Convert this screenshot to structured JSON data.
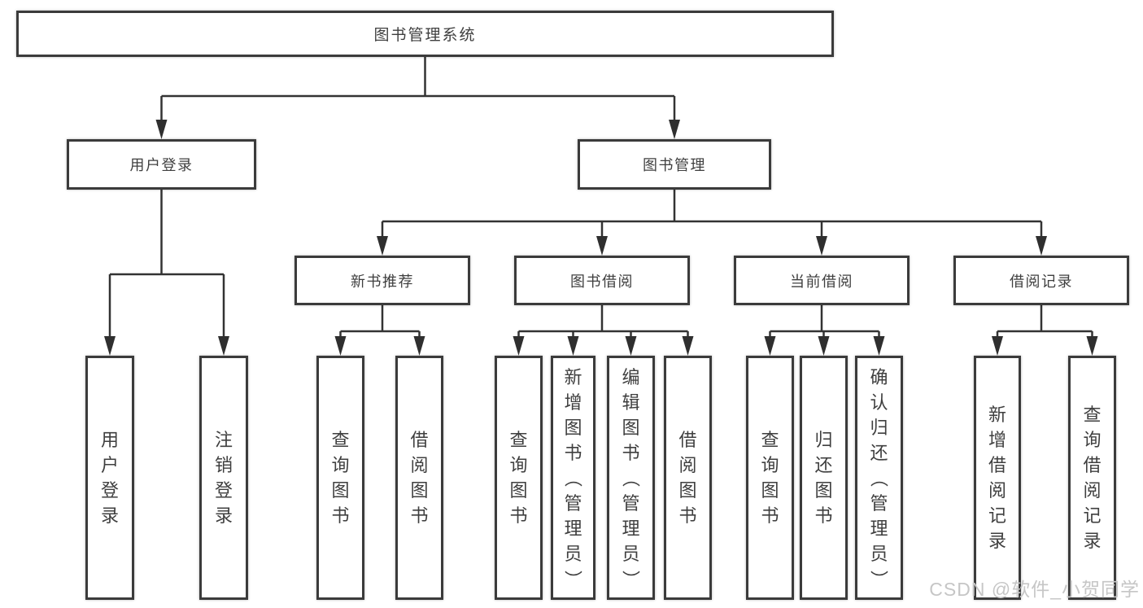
{
  "diagram": {
    "root": {
      "label": "图书管理系统"
    },
    "level2": [
      {
        "label": "用户登录"
      },
      {
        "label": "图书管理"
      }
    ],
    "level3": [
      {
        "label": "新书推荐"
      },
      {
        "label": "图书借阅"
      },
      {
        "label": "当前借阅"
      },
      {
        "label": "借阅记录"
      }
    ],
    "leaves": {
      "login": [
        "用户登录",
        "注销登录"
      ],
      "recommend": [
        "查询图书",
        "借阅图书"
      ],
      "borrow": [
        "查询图书",
        "新增图书（管理员）",
        "编辑图书（管理员）",
        "借阅图书"
      ],
      "current": [
        "查询图书",
        "归还图书",
        "确认归还（管理员）"
      ],
      "records": [
        "新增借阅记录",
        "查询借阅记录"
      ]
    }
  },
  "watermark": "CSDN @软件_小贺同学",
  "colors": {
    "background": "#ffffff",
    "box_border": "#3b3b3b",
    "connector_line": "#333333",
    "arrow_fill": "#2f2f2f",
    "text": "#3f3f3f",
    "watermark": "#c6c6c6"
  }
}
